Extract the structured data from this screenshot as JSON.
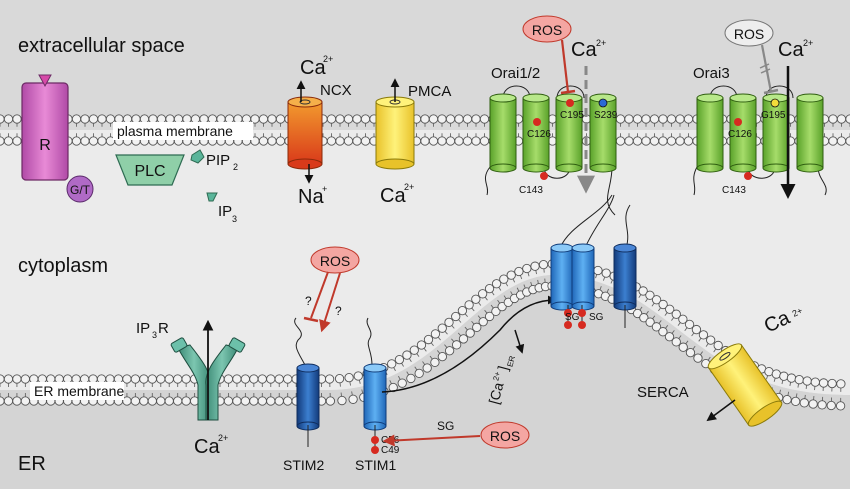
{
  "regions": {
    "extracellular": "extracellular space",
    "cytoplasm": "cytoplasm",
    "er": "ER"
  },
  "membranes": {
    "plasma": "plasma membrane",
    "er": "ER membrane"
  },
  "receptor": {
    "label": "R",
    "gprotein": "G/T"
  },
  "plc": {
    "label": "PLC",
    "pip2": "PIP",
    "pip2_sub": "2",
    "ip3": "IP",
    "ip3_sub": "3"
  },
  "ncx": {
    "label": "NCX",
    "ion_out": "Ca",
    "ion_out_sup": "2+",
    "ion_in": "Na",
    "ion_in_sup": "+"
  },
  "pmca": {
    "label": "PMCA",
    "ion": "Ca",
    "ion_sup": "2+"
  },
  "orai12": {
    "label": "Orai1/2",
    "ros": "ROS",
    "ion": "Ca",
    "ion_sup": "2+",
    "c195": "C195",
    "s239": "S239",
    "c126": "C126",
    "c143": "C143"
  },
  "orai3": {
    "label": "Orai3",
    "ros": "ROS",
    "ion": "Ca",
    "ion_sup": "2+",
    "g195": "G195",
    "c126": "C126",
    "c143": "C143"
  },
  "ip3r": {
    "label": "IP",
    "label_sub": "3",
    "label_end": "R",
    "ion": "Ca",
    "ion_sup": "2+"
  },
  "stim": {
    "stim2": "STIM2",
    "stim1": "STIM1",
    "ros_top": "ROS",
    "q1": "?",
    "q2": "?",
    "c56": "C56",
    "c49": "C49",
    "sg": "SG",
    "ros_bottom": "ROS",
    "sg_left": "SG",
    "sg_right": "SG"
  },
  "er_ca": {
    "prefix": "[Ca",
    "sup": "2+",
    "suffix": "]",
    "sub": "ER"
  },
  "serca": {
    "label": "SERCA",
    "ion": "Ca",
    "ion_sup": "2+"
  },
  "colors": {
    "ros_fill": "#f4a6a2",
    "ros_stroke": "#c0392b",
    "inhibit": "#c0392b",
    "orai_green": "#7cc13a",
    "stim_blue": "#2a7fd4",
    "stim_dark": "#1b4e9e",
    "ip3r_teal": "#4e9e8a",
    "receptor": "#cc66bb",
    "serca": "#f2e33c",
    "ncx": "#e8601c",
    "pmca": "#f2dc3a"
  }
}
